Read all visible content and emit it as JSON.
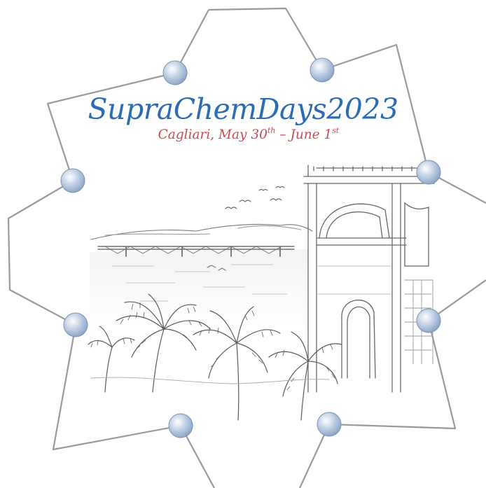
{
  "banner": {
    "title": "SupraChemDays2023",
    "subtitle": {
      "city_date": "Cagliari, May 30",
      "sup1": "th",
      "mid": " – June 1",
      "sup2": "st"
    }
  },
  "colors": {
    "title": "#2b6cb3",
    "subtitle": "#c84c52",
    "frame": "#9a9a9a",
    "node": "#b7c9df",
    "sketch": "#6f6f6f"
  },
  "decoration": {
    "frame_shape": "molecular-ring",
    "node_icon": "atom-sphere-icon",
    "illustration": "pencil-sketch-cagliari-seafront-with-palms-and-arch"
  }
}
